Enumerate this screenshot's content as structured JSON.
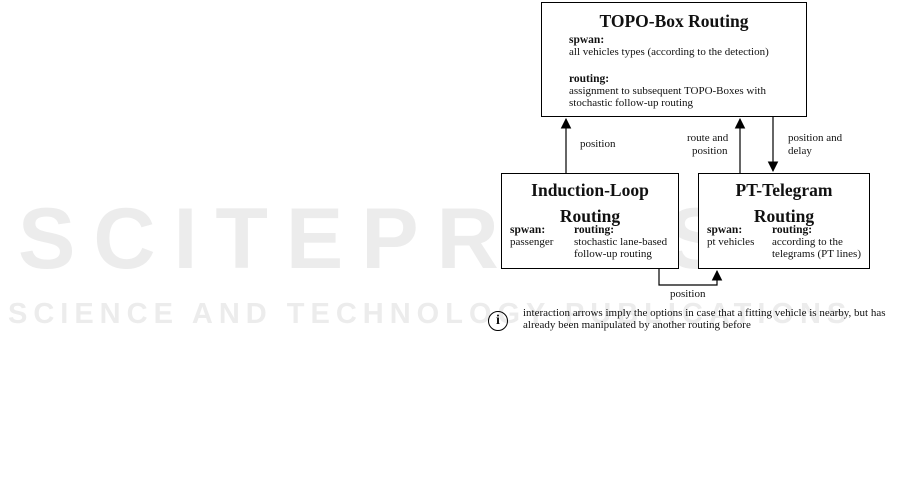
{
  "watermark": {
    "big_text": "SCITEPRESS",
    "small_text": "SCIENCE AND TECHNOLOGY PUBLICATIONS"
  },
  "topo_box": {
    "title": "TOPO-Box Routing",
    "spawn_label": "spwan:",
    "spawn_text": "all vehicles types (according to the detection)",
    "routing_label": "routing:",
    "routing_line1": "assignment to subsequent TOPO-Boxes with",
    "routing_line2": "stochastic follow-up routing"
  },
  "induction_box": {
    "title_line1": "Induction-Loop",
    "title_line2": "Routing",
    "spawn_label": "spwan:",
    "spawn_text": "passenger",
    "routing_label": "routing:",
    "routing_line1": "stochastic lane-based",
    "routing_line2": "follow-up routing"
  },
  "pt_box": {
    "title_line1": "PT-Telegram",
    "title_line2": "Routing",
    "spawn_label": "spwan:",
    "spawn_text": "pt vehicles",
    "routing_label": "routing:",
    "routing_line1": "according to the",
    "routing_line2": "telegrams (PT lines)"
  },
  "arrows": {
    "induction_to_topo": "position",
    "pt_to_topo_line1": "route and",
    "pt_to_topo_line2": "position",
    "topo_to_pt_line1": "position and",
    "topo_to_pt_line2": "delay",
    "induction_to_pt": "position"
  },
  "note": {
    "icon_glyph": "i",
    "text": "interaction arrows imply the options in case that a fitting vehicle is nearby, but has already been manipulated by another routing before"
  }
}
